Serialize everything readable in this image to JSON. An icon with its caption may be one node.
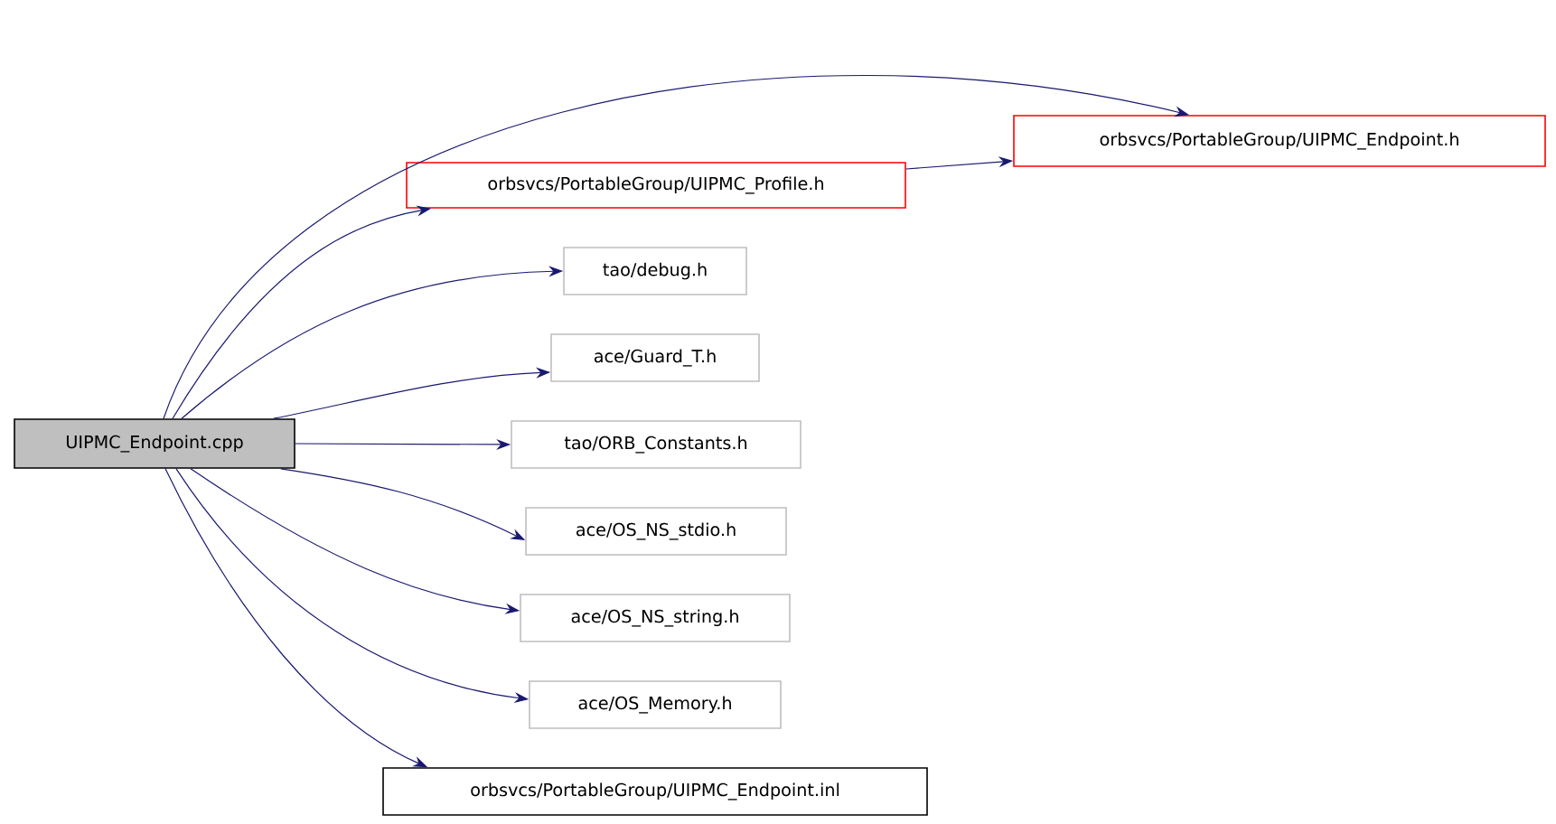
{
  "diagram": {
    "nodes": [
      {
        "text": [
          "UIPMC_Endpoint.cpp"
        ]
      },
      {
        "text": [
          "orbsvcs/PortableGroup/UIPMC_Endpoint.h"
        ]
      },
      {
        "text": [
          "orbsvcs/PortableGroup/UIPMC_Profile.h"
        ]
      },
      {
        "text": [
          "tao/debug.h"
        ]
      },
      {
        "text": [
          "ace/Guard_T.h"
        ]
      },
      {
        "text": [
          "tao/ORB_Constants.h"
        ]
      },
      {
        "text": [
          "ace/OS_NS_stdio.h"
        ]
      },
      {
        "text": [
          "ace/OS_NS_string.h"
        ]
      },
      {
        "text": [
          "ace/OS_Memory.h"
        ]
      },
      {
        "text": [
          "orbsvcs/PortableGroup/UIPMC_Endpoint.inl"
        ]
      }
    ],
    "edges": [
      {
        "from": 0,
        "to": 1,
        "arrow": "to"
      },
      {
        "from": 0,
        "to": 2,
        "arrow": "to"
      },
      {
        "from": 2,
        "to": 1,
        "arrow": "to"
      },
      {
        "from": 0,
        "to": 3,
        "arrow": "to"
      },
      {
        "from": 0,
        "to": 4,
        "arrow": "to"
      },
      {
        "from": 0,
        "to": 5,
        "arrow": "to"
      },
      {
        "from": 0,
        "to": 6,
        "arrow": "to"
      },
      {
        "from": 0,
        "to": 7,
        "arrow": "to"
      },
      {
        "from": 0,
        "to": 8,
        "arrow": "to"
      },
      {
        "from": 0,
        "to": 9,
        "arrow": "to"
      }
    ]
  }
}
